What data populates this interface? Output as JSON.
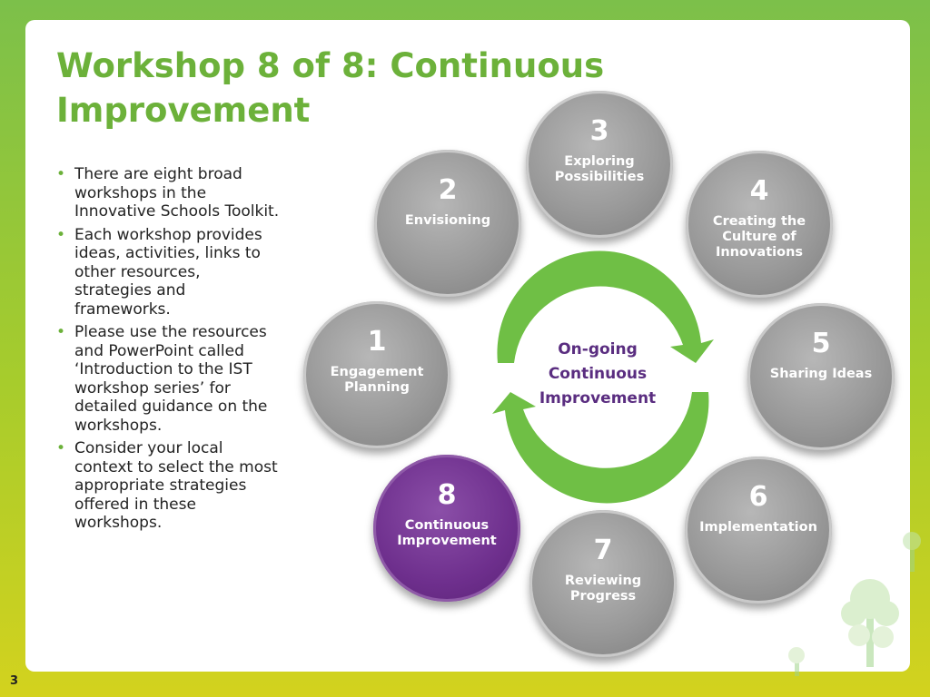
{
  "title": "Workshop 8 of 8: Continuous Improvement",
  "bullets": [
    "There are eight broad workshops in the Innovative Schools Toolkit.",
    "Each workshop provides ideas, activities, links to other resources, strategies and frameworks.",
    "Please use the resources and PowerPoint called ‘Introduction to the IST workshop series’ for detailed guidance on the workshops.",
    "Consider your local context to select the most appropriate strategies offered in these workshops."
  ],
  "cycle": {
    "center_label": "On-going Continuous Improvement",
    "steps": [
      {
        "num": "1",
        "label": "Engagement Planning",
        "active": false
      },
      {
        "num": "2",
        "label": "Envisioning",
        "active": false
      },
      {
        "num": "3",
        "label": "Exploring Possibilities",
        "active": false
      },
      {
        "num": "4",
        "label": "Creating the Culture of Innovations",
        "active": false
      },
      {
        "num": "5",
        "label": "Sharing Ideas",
        "active": false
      },
      {
        "num": "6",
        "label": "Implementation",
        "active": false
      },
      {
        "num": "7",
        "label": "Reviewing Progress",
        "active": false
      },
      {
        "num": "8",
        "label": "Continuous Improvement",
        "active": true
      }
    ]
  },
  "page_number": "3",
  "colors": {
    "title_green": "#6cb13a",
    "circle_grey": "#999999",
    "active_purple": "#6e2f8d",
    "arrow_green": "#72be44",
    "center_text": "#5a2d80"
  },
  "icons": [
    "tree-icon"
  ]
}
